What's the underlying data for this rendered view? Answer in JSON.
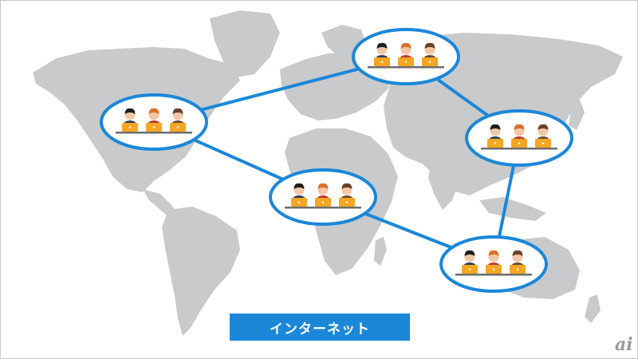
{
  "label": {
    "text": "インターネット"
  },
  "watermark": {
    "text": "ai"
  },
  "colors": {
    "map": "#c8cacc",
    "link": "#1b87d9",
    "node_fill": "#ffffff",
    "node_stroke": "#1b87d9",
    "laptop": "#f5a623",
    "desk": "#6d6d6d",
    "suit_dark": "#2f3e55",
    "suit_red": "#c0392b",
    "suit_brown": "#6b4a34",
    "skin": "#f2c7a5",
    "hair_dark": "#1e1e1e",
    "hair_orange": "#d9712a",
    "hair_brown": "#6b4226"
  },
  "nodes": [
    {
      "id": "north-america",
      "people": [
        "man-dark-suit",
        "woman-red",
        "man-brown"
      ]
    },
    {
      "id": "europe",
      "people": [
        "man-dark-suit",
        "woman-red",
        "man-brown"
      ]
    },
    {
      "id": "east-asia",
      "people": [
        "man-dark-suit",
        "woman-red",
        "man-brown"
      ]
    },
    {
      "id": "africa",
      "people": [
        "man-dark-suit",
        "woman-red",
        "man-brown"
      ]
    },
    {
      "id": "oceania",
      "people": [
        "man-dark-suit",
        "woman-red",
        "man-brown"
      ]
    }
  ],
  "links": [
    [
      "north-america",
      "europe"
    ],
    [
      "north-america",
      "africa"
    ],
    [
      "europe",
      "east-asia"
    ],
    [
      "east-asia",
      "oceania"
    ],
    [
      "africa",
      "oceania"
    ]
  ]
}
